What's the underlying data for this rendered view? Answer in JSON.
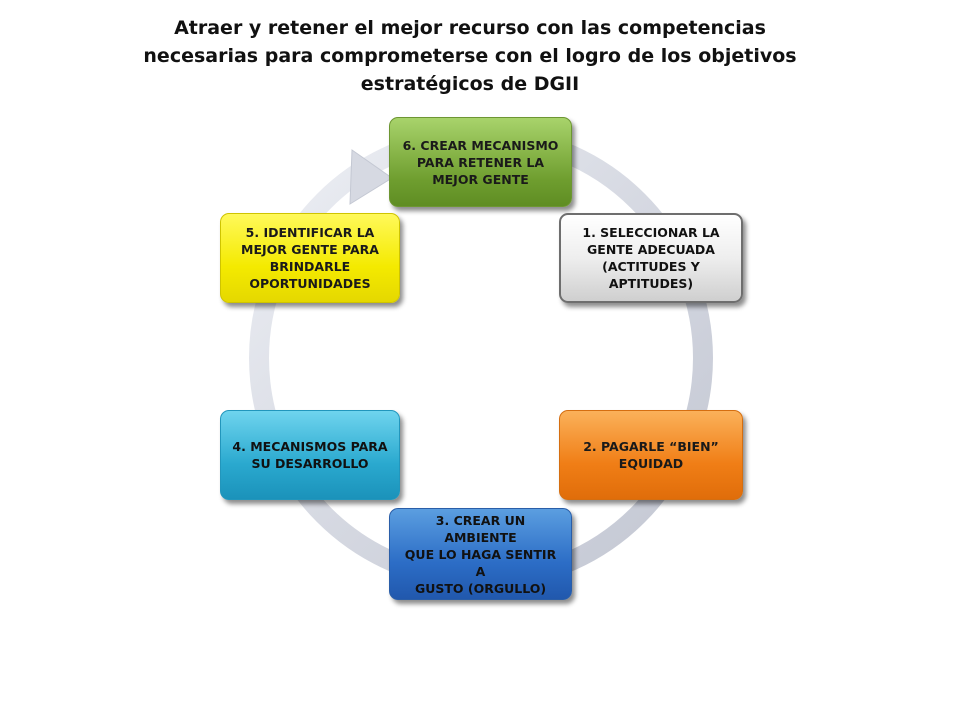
{
  "title": {
    "line1": "Atraer y retener el mejor recurso con las competencias",
    "line2": "necesarias para comprometerse con el logro de los objetivos",
    "line3": "estratégicos de DGII"
  },
  "cycle": {
    "step6": [
      "6. CREAR MECANISMO",
      "PARA RETENER LA",
      "MEJOR GENTE"
    ],
    "step1": [
      "1. SELECCIONAR LA",
      "GENTE ADECUADA",
      "(ACTITUDES Y",
      "APTITUDES)"
    ],
    "step2": [
      "2. PAGARLE “BIEN”",
      "EQUIDAD"
    ],
    "step3": [
      "3. CREAR UN AMBIENTE",
      "QUE LO HAGA SENTIR A",
      "GUSTO (ORGULLO)"
    ],
    "step4": [
      "4. MECANISMOS PARA",
      "SU DESARROLLO"
    ],
    "step5": [
      "5. IDENTIFICAR LA",
      "MEJOR GENTE PARA",
      "BRINDARLE",
      "OPORTUNIDADES"
    ]
  },
  "colors": {
    "step6": "#76a838",
    "step1": "#e8e8e8",
    "step2": "#f07e16",
    "step3": "#2c6dc6",
    "step4": "#2aa9cf",
    "step5": "#f4ea00",
    "ring": "#d7d9e2"
  }
}
